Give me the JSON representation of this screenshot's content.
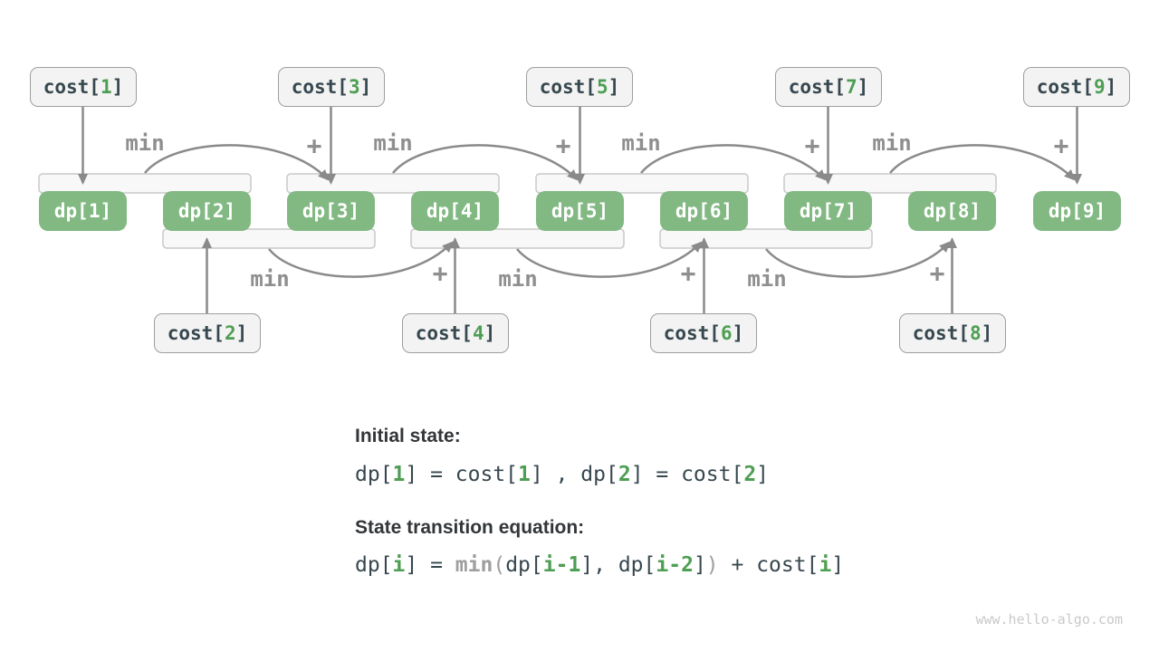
{
  "diagram": {
    "cost_top": [
      {
        "pre": "cost[",
        "num": "1",
        "suf": "]"
      },
      {
        "pre": "cost[",
        "num": "3",
        "suf": "]"
      },
      {
        "pre": "cost[",
        "num": "5",
        "suf": "]"
      },
      {
        "pre": "cost[",
        "num": "7",
        "suf": "]"
      },
      {
        "pre": "cost[",
        "num": "9",
        "suf": "]"
      }
    ],
    "cost_bottom": [
      {
        "pre": "cost[",
        "num": "2",
        "suf": "]"
      },
      {
        "pre": "cost[",
        "num": "4",
        "suf": "]"
      },
      {
        "pre": "cost[",
        "num": "6",
        "suf": "]"
      },
      {
        "pre": "cost[",
        "num": "8",
        "suf": "]"
      }
    ],
    "dp": [
      {
        "label": "dp[1]"
      },
      {
        "label": "dp[2]"
      },
      {
        "label": "dp[3]"
      },
      {
        "label": "dp[4]"
      },
      {
        "label": "dp[5]"
      },
      {
        "label": "dp[6]"
      },
      {
        "label": "dp[7]"
      },
      {
        "label": "dp[8]"
      },
      {
        "label": "dp[9]"
      }
    ],
    "labels": {
      "min": "min",
      "plus": "+"
    }
  },
  "notes": {
    "initial_title": "Initial state:",
    "initial_tokens": [
      "dp[",
      "1",
      "] = cost[",
      "1",
      "] , dp[",
      "2",
      "] = cost[",
      "2",
      "]"
    ],
    "transition_title": "State transition equation:",
    "transition_tokens": [
      "dp[",
      "i",
      "] = ",
      "min",
      "(",
      "dp[",
      "i-1",
      "], dp[",
      "i-2",
      "]",
      ")",
      " + cost[",
      "i",
      "]"
    ]
  },
  "watermark": "www.hello-algo.com",
  "colors": {
    "dp_box_green": "#82b983",
    "index_green": "#4e9e53",
    "cost_box_bg": "#f2f3f2",
    "cost_box_border": "#9e9e9e",
    "bracket_bg": "#f8f8f8",
    "bracket_border": "#c9c9c9",
    "arrow_gray": "#8a8a8a",
    "label_gray": "#8f8f8f",
    "code_dark": "#37474f",
    "code_gray": "#9e9e9e",
    "watermark_gray": "#c9c9c9"
  }
}
